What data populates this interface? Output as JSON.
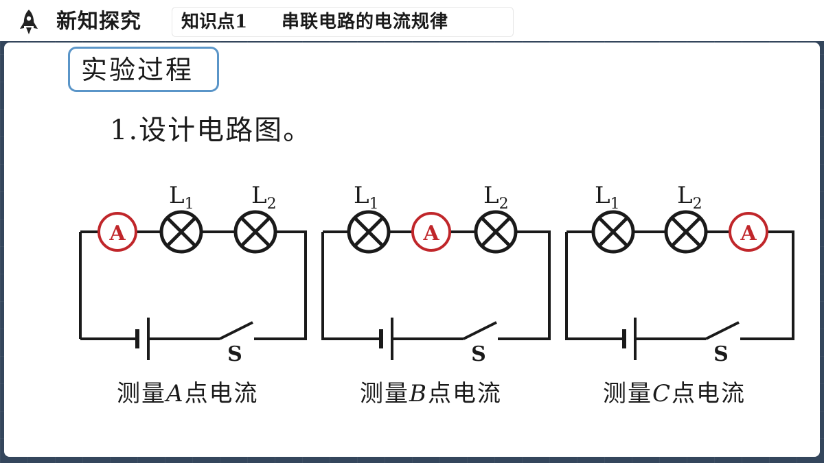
{
  "header": {
    "section": "新知探究",
    "topic_num": "知识点1",
    "topic_text": "串联电路的电流规律"
  },
  "box_label": "实验过程",
  "step": "1.设计电路图。",
  "labels": {
    "L1_main": "L",
    "L1_sub": "1",
    "L2_main": "L",
    "L2_sub": "2",
    "ammeter": "A",
    "switch": "S"
  },
  "captions": [
    {
      "pre": "测量",
      "point": "A",
      "post": "点电流"
    },
    {
      "pre": "测量",
      "point": "B",
      "post": "点电流"
    },
    {
      "pre": "测量",
      "point": "C",
      "post": "点电流"
    }
  ],
  "colors": {
    "ammeter": "#c0262a",
    "accent_box": "#5a95c8",
    "wire": "#1a1a1a"
  }
}
